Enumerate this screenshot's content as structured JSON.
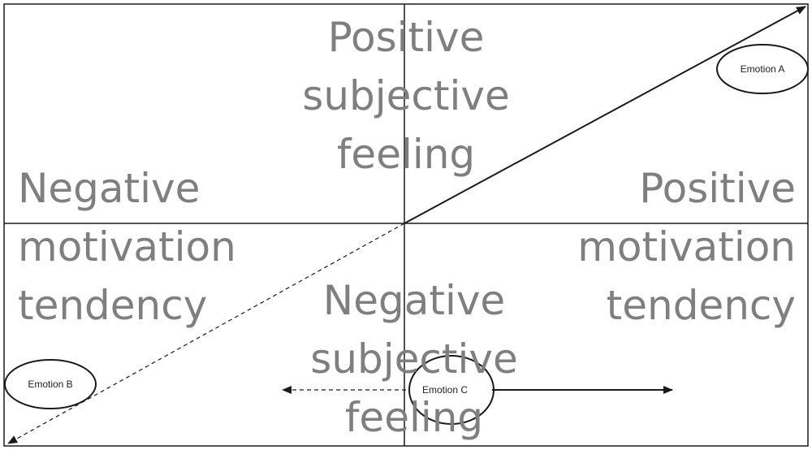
{
  "quadrant_labels": {
    "positive_feeling": [
      "Positive",
      "subjective",
      "feeling"
    ],
    "negative_motivation": [
      "Negative",
      "motivation",
      "tendency"
    ],
    "positive_motivation": [
      "Positive",
      "motivation",
      "tendency"
    ],
    "negative_feeling": [
      "Negative",
      "subjective",
      "feeling"
    ]
  },
  "emotions": {
    "a": "Emotion A",
    "b": "Emotion B",
    "c": "Emotion C"
  },
  "colors": {
    "label_gray": "#7f7f7f",
    "line": "#1a1a1a"
  }
}
